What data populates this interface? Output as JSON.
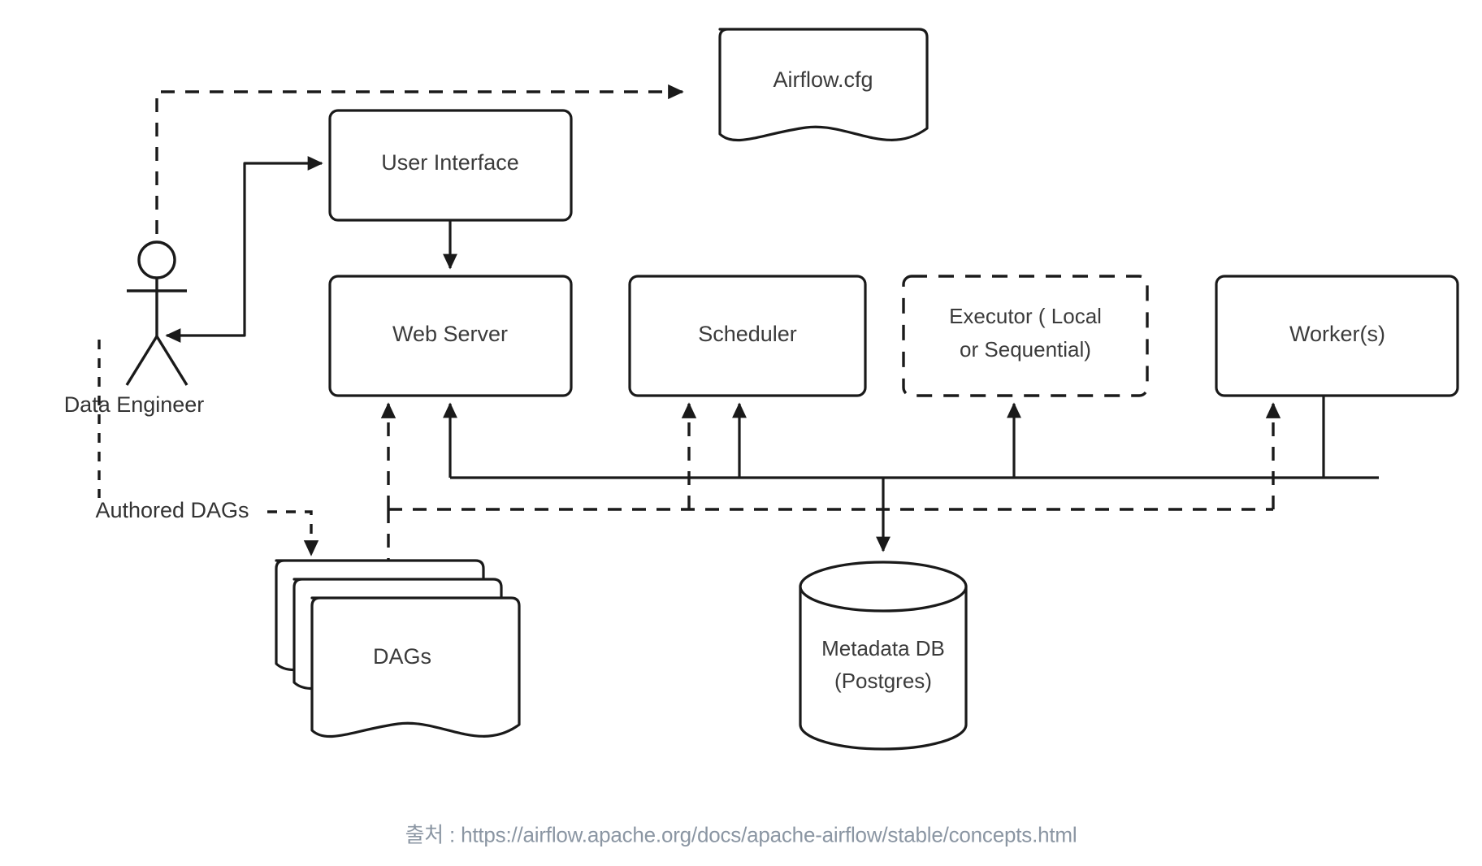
{
  "diagram": {
    "title": "Apache Airflow Architecture",
    "background_color": "#ffffff",
    "stroke_color": "#1a1a1a",
    "text_color": "#3b3b3b",
    "caption_color": "#8b96a3",
    "nodes": {
      "airflow_cfg": {
        "label": "Airflow.cfg",
        "shape": "document"
      },
      "user_interface": {
        "label": "User Interface",
        "shape": "rounded-rect"
      },
      "web_server": {
        "label": "Web Server",
        "shape": "rounded-rect"
      },
      "scheduler": {
        "label": "Scheduler",
        "shape": "rounded-rect"
      },
      "executor": {
        "label_line1": "Executor ( Local",
        "label_line2": "or Sequential)",
        "shape": "rounded-rect-dashed"
      },
      "workers": {
        "label": "Worker(s)",
        "shape": "rounded-rect"
      },
      "dags": {
        "label": "DAGs",
        "shape": "document-stack"
      },
      "metadata_db": {
        "label_line1": "Metadata DB",
        "label_line2": "(Postgres)",
        "shape": "cylinder"
      },
      "data_engineer": {
        "label": "Data Engineer",
        "shape": "actor"
      }
    },
    "edges": {
      "authored_dags": {
        "label": "Authored DAGs",
        "style": "dashed"
      },
      "engineer_to_cfg": {
        "style": "dashed"
      },
      "engineer_ui": {
        "style": "solid"
      },
      "ui_to_webserver": {
        "style": "solid"
      },
      "dags_bus": {
        "style": "dashed"
      },
      "db_bus": {
        "style": "solid"
      }
    }
  },
  "caption": {
    "text": "출처 : https://airflow.apache.org/docs/apache-airflow/stable/concepts.html"
  }
}
